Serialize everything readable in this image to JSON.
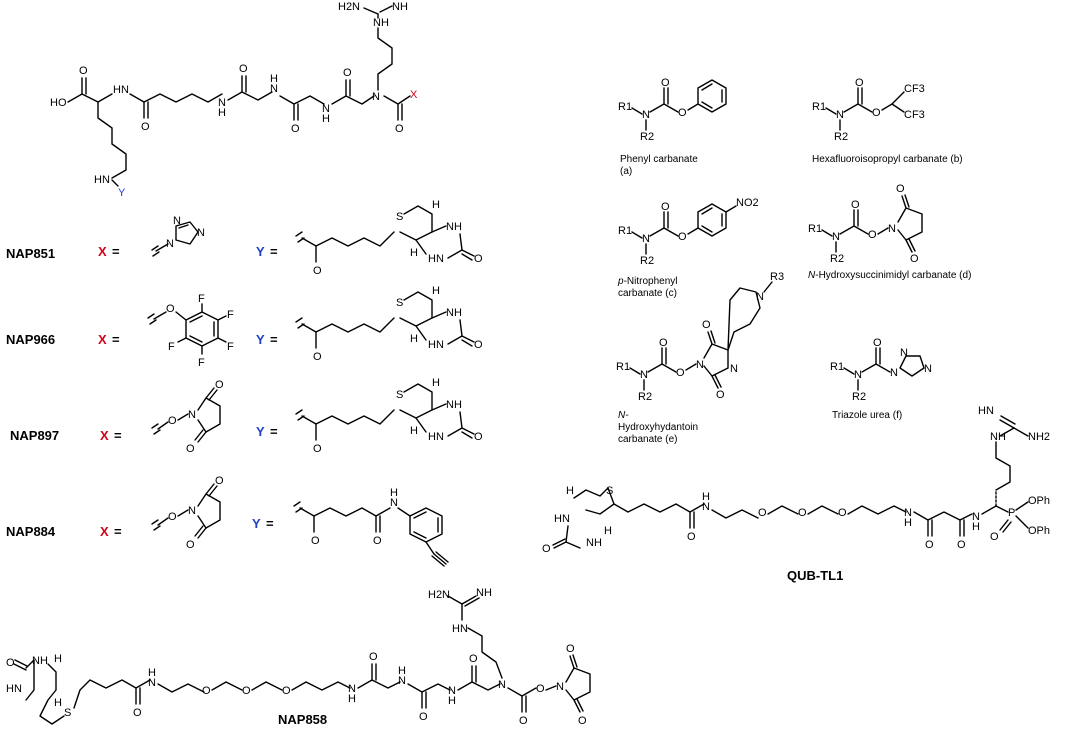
{
  "atoms": {
    "HO": "HO",
    "O": "O",
    "N": "N",
    "H": "H",
    "NH": "NH",
    "HN": "HN",
    "H2N": "H2N",
    "NH2": "NH2",
    "S": "S",
    "F": "F",
    "CF3": "CF3",
    "NO2": "NO2",
    "R1": "R1",
    "R2": "R2",
    "R3": "R3",
    "P": "P",
    "OPh": "OPh",
    "X": "X",
    "Y": "Y"
  },
  "probes": [
    {
      "name": "NAP851",
      "x_label": "X",
      "y_label": "Y",
      "eq": "="
    },
    {
      "name": "NAP966",
      "x_label": "X",
      "y_label": "Y",
      "eq": "="
    },
    {
      "name": "NAP897",
      "x_label": "X",
      "y_label": "Y",
      "eq": "="
    },
    {
      "name": "NAP884",
      "x_label": "X",
      "y_label": "Y",
      "eq": "="
    }
  ],
  "warheads": [
    {
      "label": "Phenyl carbanate",
      "letter": "(a)"
    },
    {
      "label": "Hexafluoroisopropyl carbanate (b)"
    },
    {
      "prefix": "p",
      "label": "-Nitrophenyl",
      "line2": "carbanate (c)"
    },
    {
      "prefix": "N",
      "label": "-Hydroxysuccinimidyl carbanate (d)"
    },
    {
      "line1": "N-",
      "line2": "Hydroxyhydantoin",
      "line3": "carbanate (e)"
    },
    {
      "label": "Triazole urea (f)"
    }
  ],
  "compounds": {
    "qub": "QUB-TL1",
    "nap858": "NAP858"
  }
}
